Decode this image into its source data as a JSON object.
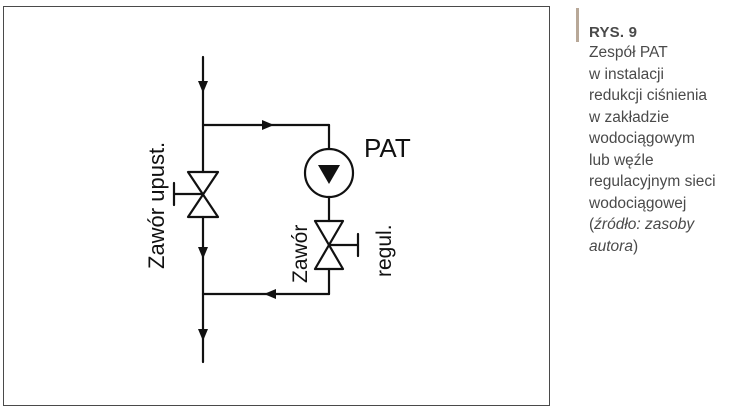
{
  "diagram": {
    "pump_label": "PAT",
    "bypass_valve_label": "Zawór upust.",
    "control_valve_label_1": "Zawór",
    "control_valve_label_2": "regul.",
    "line_color": "#111111"
  },
  "caption": {
    "title": "RYS. 9",
    "lines": [
      "Zespół PAT",
      "w instalacji",
      "redukcji ciśnienia",
      "w zakładzie",
      "wodociągowym",
      "lub węźle",
      "regulacyjnym sieci",
      "wodociągowej"
    ],
    "source_open": "(",
    "source_italic_1": "źródło: zasoby",
    "source_italic_2": "autora",
    "source_close": ")",
    "bar_color": "#b8a898",
    "text_color": "#4a4a4a"
  }
}
